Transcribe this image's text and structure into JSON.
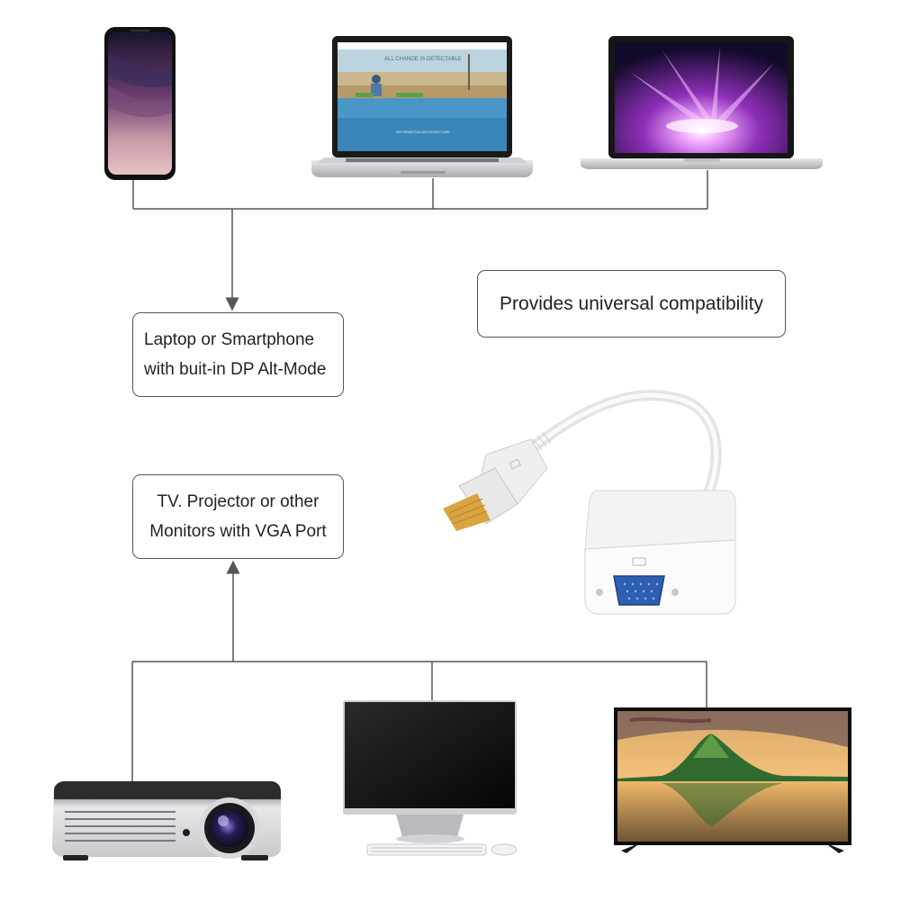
{
  "source_box": {
    "line1": "Laptop or Smartphone",
    "line2": "with buit-in DP Alt-Mode"
  },
  "target_box": {
    "line1": "TV. Projector or other",
    "line2": "Monitors with  VGA Port"
  },
  "compat_box": {
    "text": "Provides universal compatibility"
  },
  "laptop_screen": {
    "headline": "ALL CHANGE IS DETECTABLE",
    "footer": "INFORMATION ARCHITECTURE"
  },
  "devices": {
    "top": [
      "smartphone-icon",
      "laptop-icon",
      "macbook-icon"
    ],
    "bottom": [
      "projector-icon",
      "desktop-monitor-icon",
      "tv-icon"
    ],
    "center": "dp-to-vga-adapter-icon"
  },
  "colors": {
    "connector_line": "#555555",
    "box_border": "#555555",
    "dp_plug_gold": "#d9a441",
    "vga_port_blue": "#2f5fb3"
  }
}
